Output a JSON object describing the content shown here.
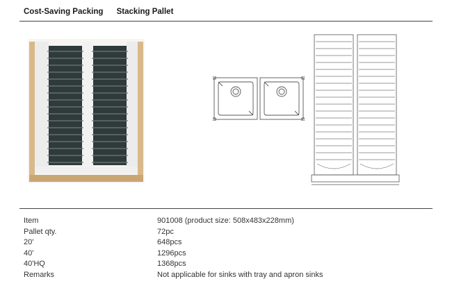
{
  "header": {
    "tabs": [
      {
        "label": "Cost-Saving Packing"
      },
      {
        "label": "Stacking Pallet"
      }
    ]
  },
  "specs": {
    "rows": [
      {
        "label": "Item",
        "value": "901008 (product size: 508x483x228mm)"
      },
      {
        "label": "Pallet qty.",
        "value": "72pc"
      },
      {
        "label": "20'",
        "value": "648pcs"
      },
      {
        "label": "40'",
        "value": "1296pcs"
      },
      {
        "label": "40'HQ",
        "value": "1368pcs"
      },
      {
        "label": "Remarks",
        "value": "Not applicable for sinks with tray and apron sinks"
      }
    ]
  }
}
